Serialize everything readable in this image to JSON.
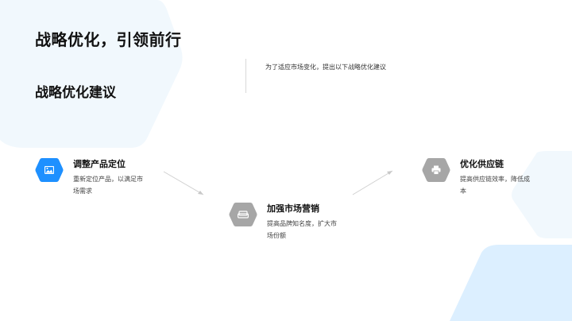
{
  "slide": {
    "title": "战略优化，引领前行",
    "subtitle": "战略优化建议",
    "intro": "为了适应市场变化，提出以下战略优化建议"
  },
  "items": [
    {
      "label": "调整产品定位",
      "desc": "重新定位产品，以满足市场需求",
      "icon": "image-icon",
      "color": "#1e90ff"
    },
    {
      "label": "加强市场营销",
      "desc": "提高品牌知名度，扩大市场份额",
      "icon": "sofa-icon",
      "color": "#a6a6a6"
    },
    {
      "label": "优化供应链",
      "desc": "提高供应链效率，降低成本",
      "icon": "printer-icon",
      "color": "#a6a6a6"
    }
  ],
  "colors": {
    "accent": "#1e90ff",
    "neutral_icon": "#a6a6a6",
    "bg_shape_light": "#f1f8fd",
    "bg_shape_blue": "#dcefff"
  }
}
